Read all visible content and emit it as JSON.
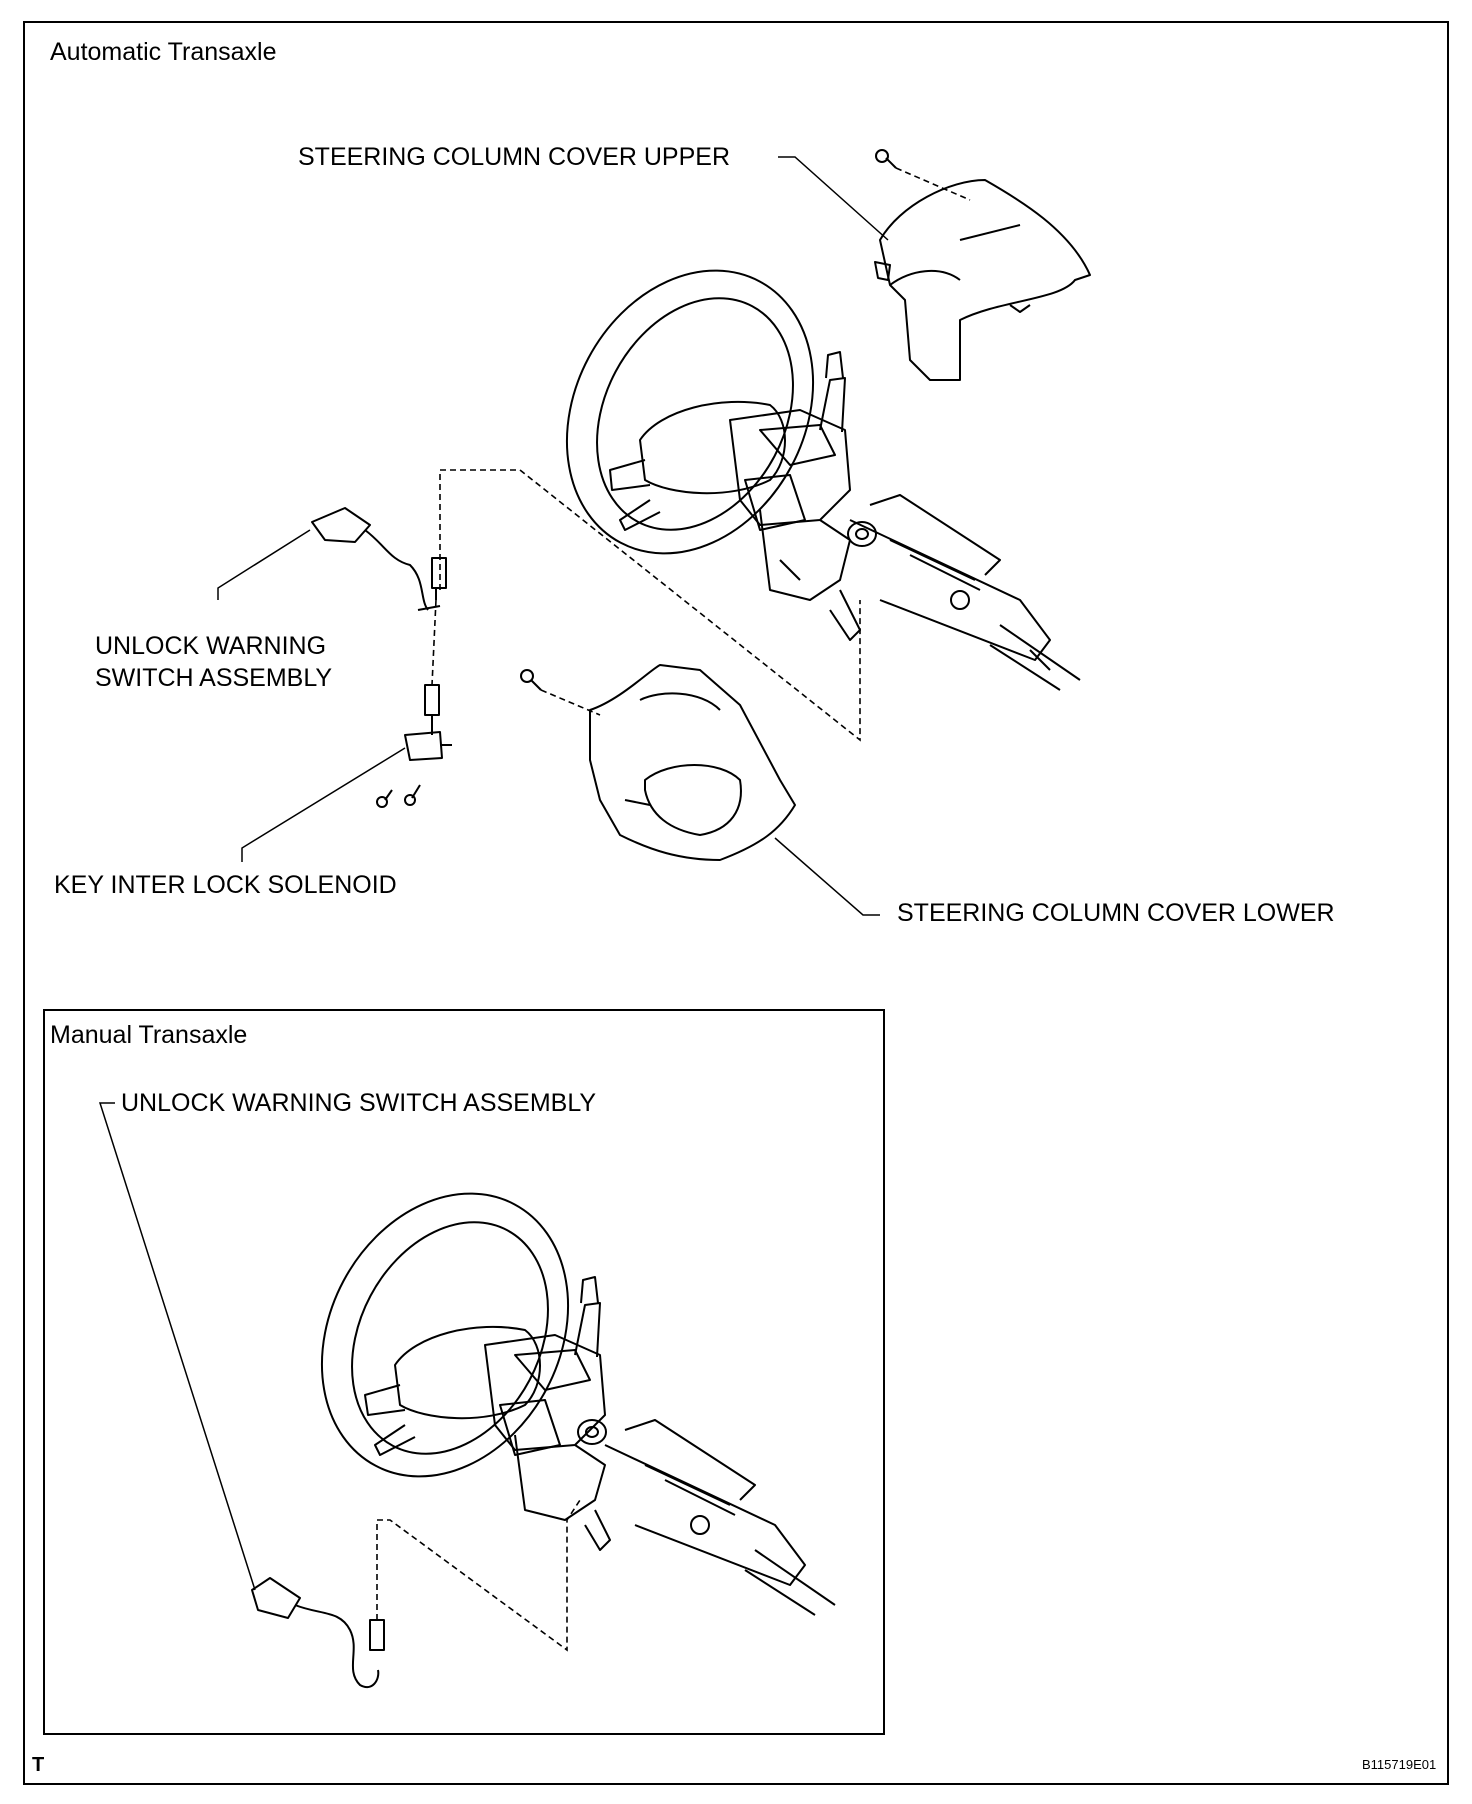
{
  "automatic": {
    "title": "Automatic Transaxle",
    "labels": {
      "cover_upper": "STEERING COLUMN COVER UPPER",
      "unlock_switch_line1": "UNLOCK WARNING",
      "unlock_switch_line2": "SWITCH ASSEMBLY",
      "key_solenoid": "KEY INTER LOCK SOLENOID",
      "cover_lower": "STEERING COLUMN COVER LOWER"
    }
  },
  "manual": {
    "title": "Manual Transaxle",
    "labels": {
      "unlock_switch": "UNLOCK WARNING SWITCH ASSEMBLY"
    }
  },
  "footer": {
    "mark": "T",
    "figure_code": "B115719E01"
  }
}
